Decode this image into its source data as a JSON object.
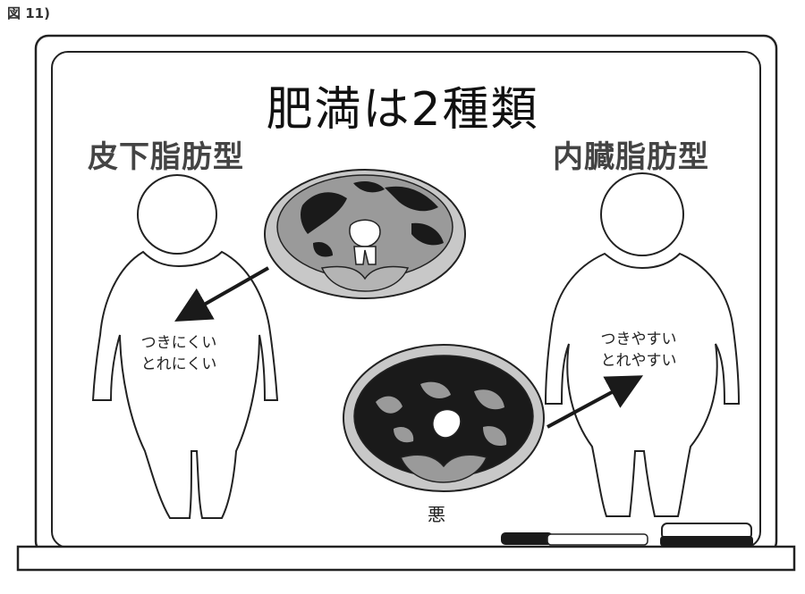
{
  "figure_label": "図 11)",
  "title": "肥満は2種類",
  "left": {
    "type": "皮下脂肪型",
    "note_line1": "つきにくい",
    "note_line2": "とれにくい"
  },
  "right": {
    "type": "内臓脂肪型",
    "note_line1": "つきやすい",
    "note_line2": "とれやすい"
  },
  "bad_label": "悪",
  "colors": {
    "dark_fat": "#1a1a1a",
    "gray_tissue": "#9a9a9a",
    "light_tissue": "#c8c8c8",
    "board_line": "#222222"
  }
}
